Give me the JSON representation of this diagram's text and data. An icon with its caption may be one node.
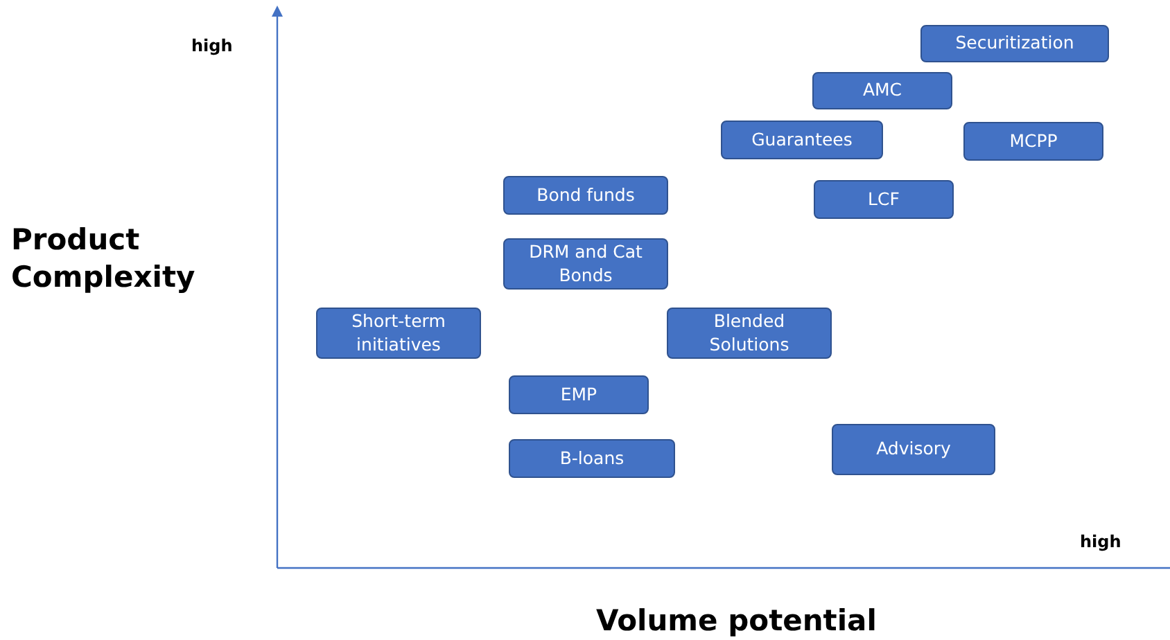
{
  "diagram": {
    "nodes": [
      {
        "text": [
          "Securitization"
        ]
      },
      {
        "text": [
          "AMC"
        ]
      },
      {
        "text": [
          "Guarantees"
        ]
      },
      {
        "text": [
          "MCPP"
        ]
      },
      {
        "text": [
          "Bond funds"
        ]
      },
      {
        "text": [
          "LCF"
        ]
      },
      {
        "text": [
          "DRM and Cat Bonds"
        ]
      },
      {
        "text": [
          "Short-term initiatives"
        ]
      },
      {
        "text": [
          "Blended Solutions"
        ]
      },
      {
        "text": [
          "EMP"
        ]
      },
      {
        "text": [
          "Advisory"
        ]
      },
      {
        "text": [
          "B-loans"
        ]
      }
    ],
    "labels": [
      "high",
      "Product Complexity",
      "high",
      "Volume potential"
    ]
  }
}
